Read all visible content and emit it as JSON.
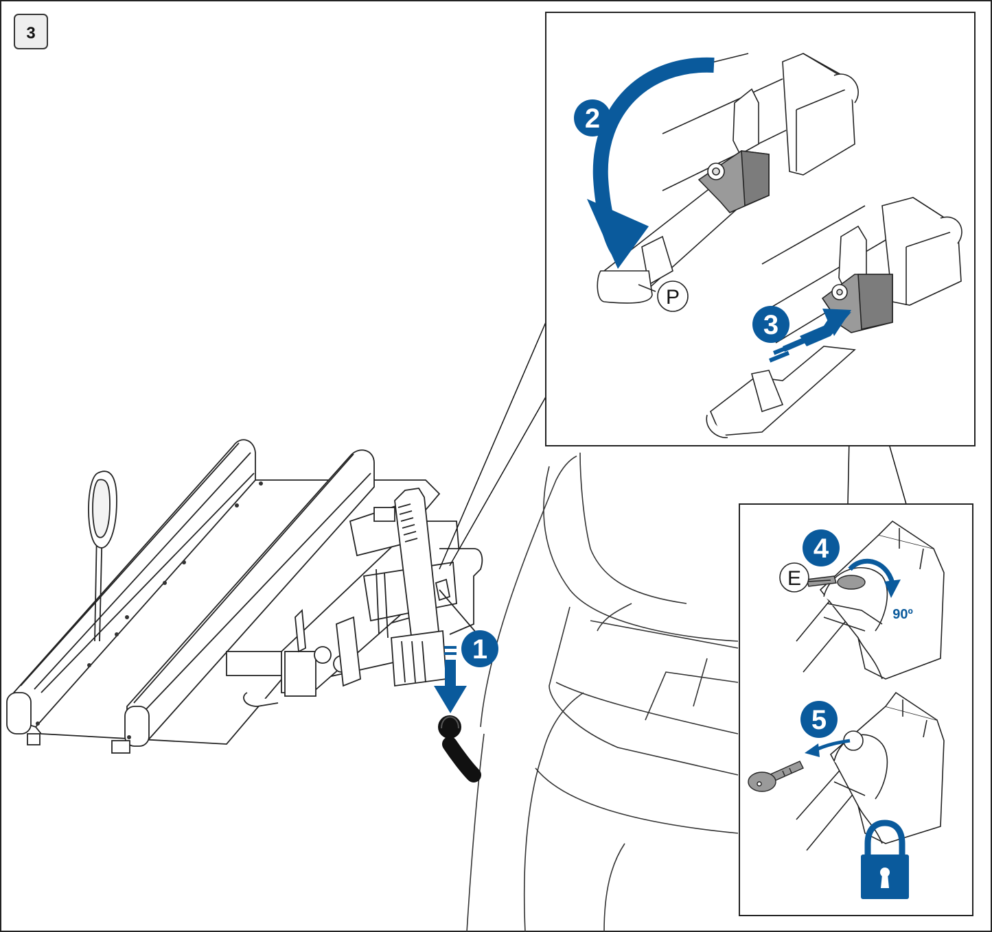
{
  "step_number": "3",
  "accent_color": "#0a5a9c",
  "lock_color": "#0a5a9c",
  "badges": [
    {
      "id": "1",
      "label": "1"
    },
    {
      "id": "2",
      "label": "2"
    },
    {
      "id": "3",
      "label": "3"
    },
    {
      "id": "4",
      "label": "4"
    },
    {
      "id": "5",
      "label": "5"
    }
  ],
  "callouts": {
    "lever": "P",
    "key": "E"
  },
  "rotation_label": "90º",
  "icons": {
    "lock": "padlock-locked-icon",
    "key": "key-icon",
    "tow_ball": "tow-ball-icon"
  }
}
